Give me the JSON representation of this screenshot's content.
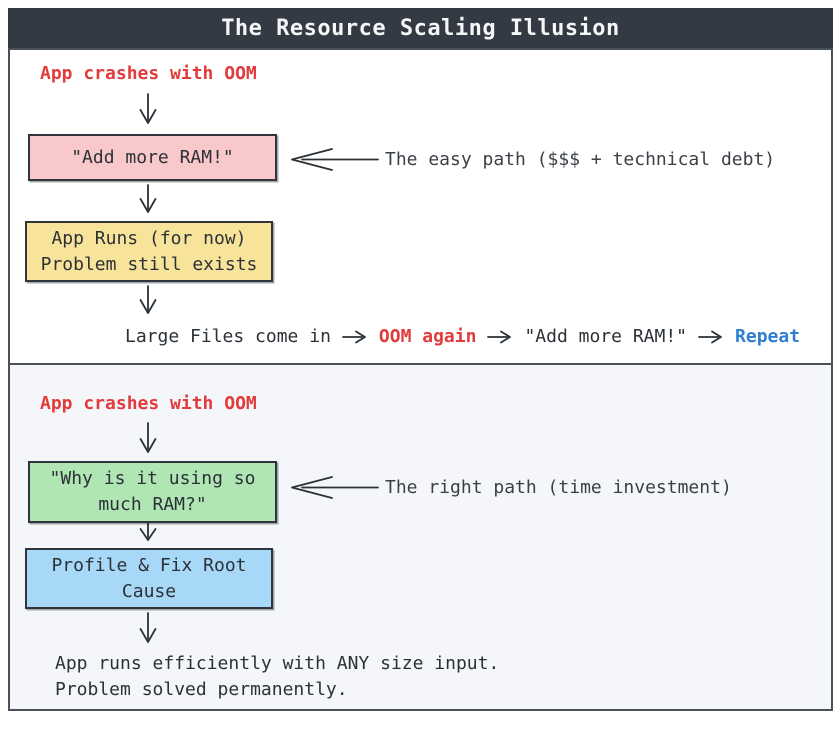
{
  "title": "The Resource Scaling Illusion",
  "colors": {
    "title_bar_bg": "#343a43",
    "panel_border": "#4a5058",
    "box_border": "#2f353b",
    "text_dark": "#2b3136",
    "text_red": "#e23b3c",
    "text_blue": "#2f7fd1",
    "pink_box_bg": "#f9c8cb",
    "yellow_box_bg": "#f8e39a",
    "green_box_bg": "#b0e5b4",
    "blue_box_bg": "#a7d8f7",
    "panel_easy_bg": "#ffffff",
    "panel_right_bg": "#f4f6f9"
  },
  "panel_easy": {
    "crash_label": "App crashes with OOM",
    "ram_box_label": "\"Add more RAM!\"",
    "side_note": "The easy path ($$$ + technical debt)",
    "runs_box_line1": "App Runs (for now)",
    "runs_box_line2": "Problem still exists",
    "cycle_step1": "Large Files come in",
    "cycle_step2": "OOM again",
    "cycle_step3": "\"Add more RAM!\"",
    "cycle_step4": "Repeat"
  },
  "panel_right": {
    "crash_label": "App crashes with OOM",
    "why_box_line1": "\"Why is it using so",
    "why_box_line2": "much RAM?\"",
    "side_note": "The right path (time investment)",
    "fix_box_line1": "Profile & Fix Root",
    "fix_box_line2": "Cause",
    "outcome_line1": "App runs efficiently with ANY size input.",
    "outcome_line2": "Problem solved permanently."
  }
}
